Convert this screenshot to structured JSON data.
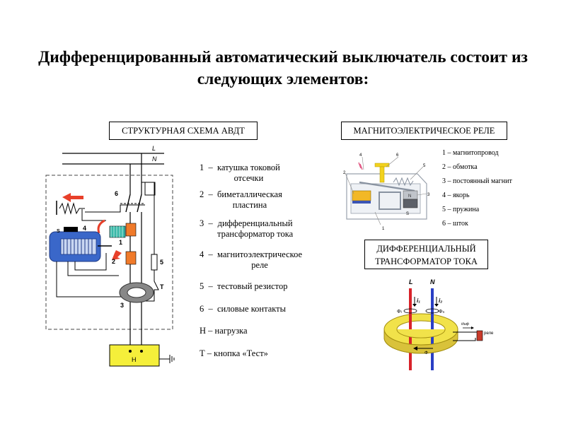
{
  "title_line1": "Дифференцированный автоматический выключатель состоит из",
  "title_line2": "следующих элементов:",
  "structural": {
    "heading": "СТРУКТУРНАЯ СХЕМА АВДТ",
    "diagram_labels": {
      "L": "L",
      "N": "N",
      "n6": "6",
      "nS": "S",
      "n4": "4",
      "n1": "1",
      "n2": "2",
      "n5": "5",
      "nT": "T",
      "n3": "3",
      "load": "Н"
    },
    "legend": [
      {
        "num": "1",
        "text1": "катушка токовой",
        "text2": "отсечки"
      },
      {
        "num": "2",
        "text1": "биметаллическая",
        "text2": "пластина"
      },
      {
        "num": "3",
        "text1": "дифференциальный",
        "text2": "трансформатор тока"
      },
      {
        "num": "4",
        "text1": "магнитоэлектрическое",
        "text2": "реле"
      },
      {
        "num": "5",
        "text1": "тестовый резистор",
        "text2": ""
      },
      {
        "num": "6",
        "text1": "силовые контакты",
        "text2": ""
      }
    ],
    "legend_extra": [
      "Н – нагрузка",
      "Т – кнопка «Тест»"
    ]
  },
  "relay": {
    "heading": "МАГНИТОЭЛЕКТРИЧЕСКОЕ РЕЛЕ",
    "diagram_labels": {
      "n4": "4",
      "n6": "6",
      "n5": "5",
      "n2": "2",
      "n3": "3",
      "nN": "N",
      "nS": "S",
      "n1": "1"
    },
    "legend": [
      "1 – магнитопровод",
      "2 – обмотка",
      "3 – постоянный магнит",
      "4 – якорь",
      "5 – пружина",
      "6 – шток"
    ]
  },
  "transformer": {
    "heading_line1": "ДИФФЕРЕНЦИАЛЬНЫЙ",
    "heading_line2": "ТРАНСФОРМАТОР ТОКА",
    "labels": {
      "L": "L",
      "N": "N",
      "i1": "i₁",
      "i2": "i₂",
      "phiL": "Φₗ",
      "phiN": "Φₙ",
      "idif": "iдиф",
      "relay": "реле",
      "phi": "Φ"
    }
  },
  "colors": {
    "blue_relay": "#3a67c9",
    "orange_block": "#f07a2a",
    "yellow_load": "#f5ef3a",
    "red_arrow": "#e8402a",
    "core_yellow": "#f1e24a",
    "wire_red": "#d8232a",
    "wire_blue": "#2a3fc4"
  }
}
